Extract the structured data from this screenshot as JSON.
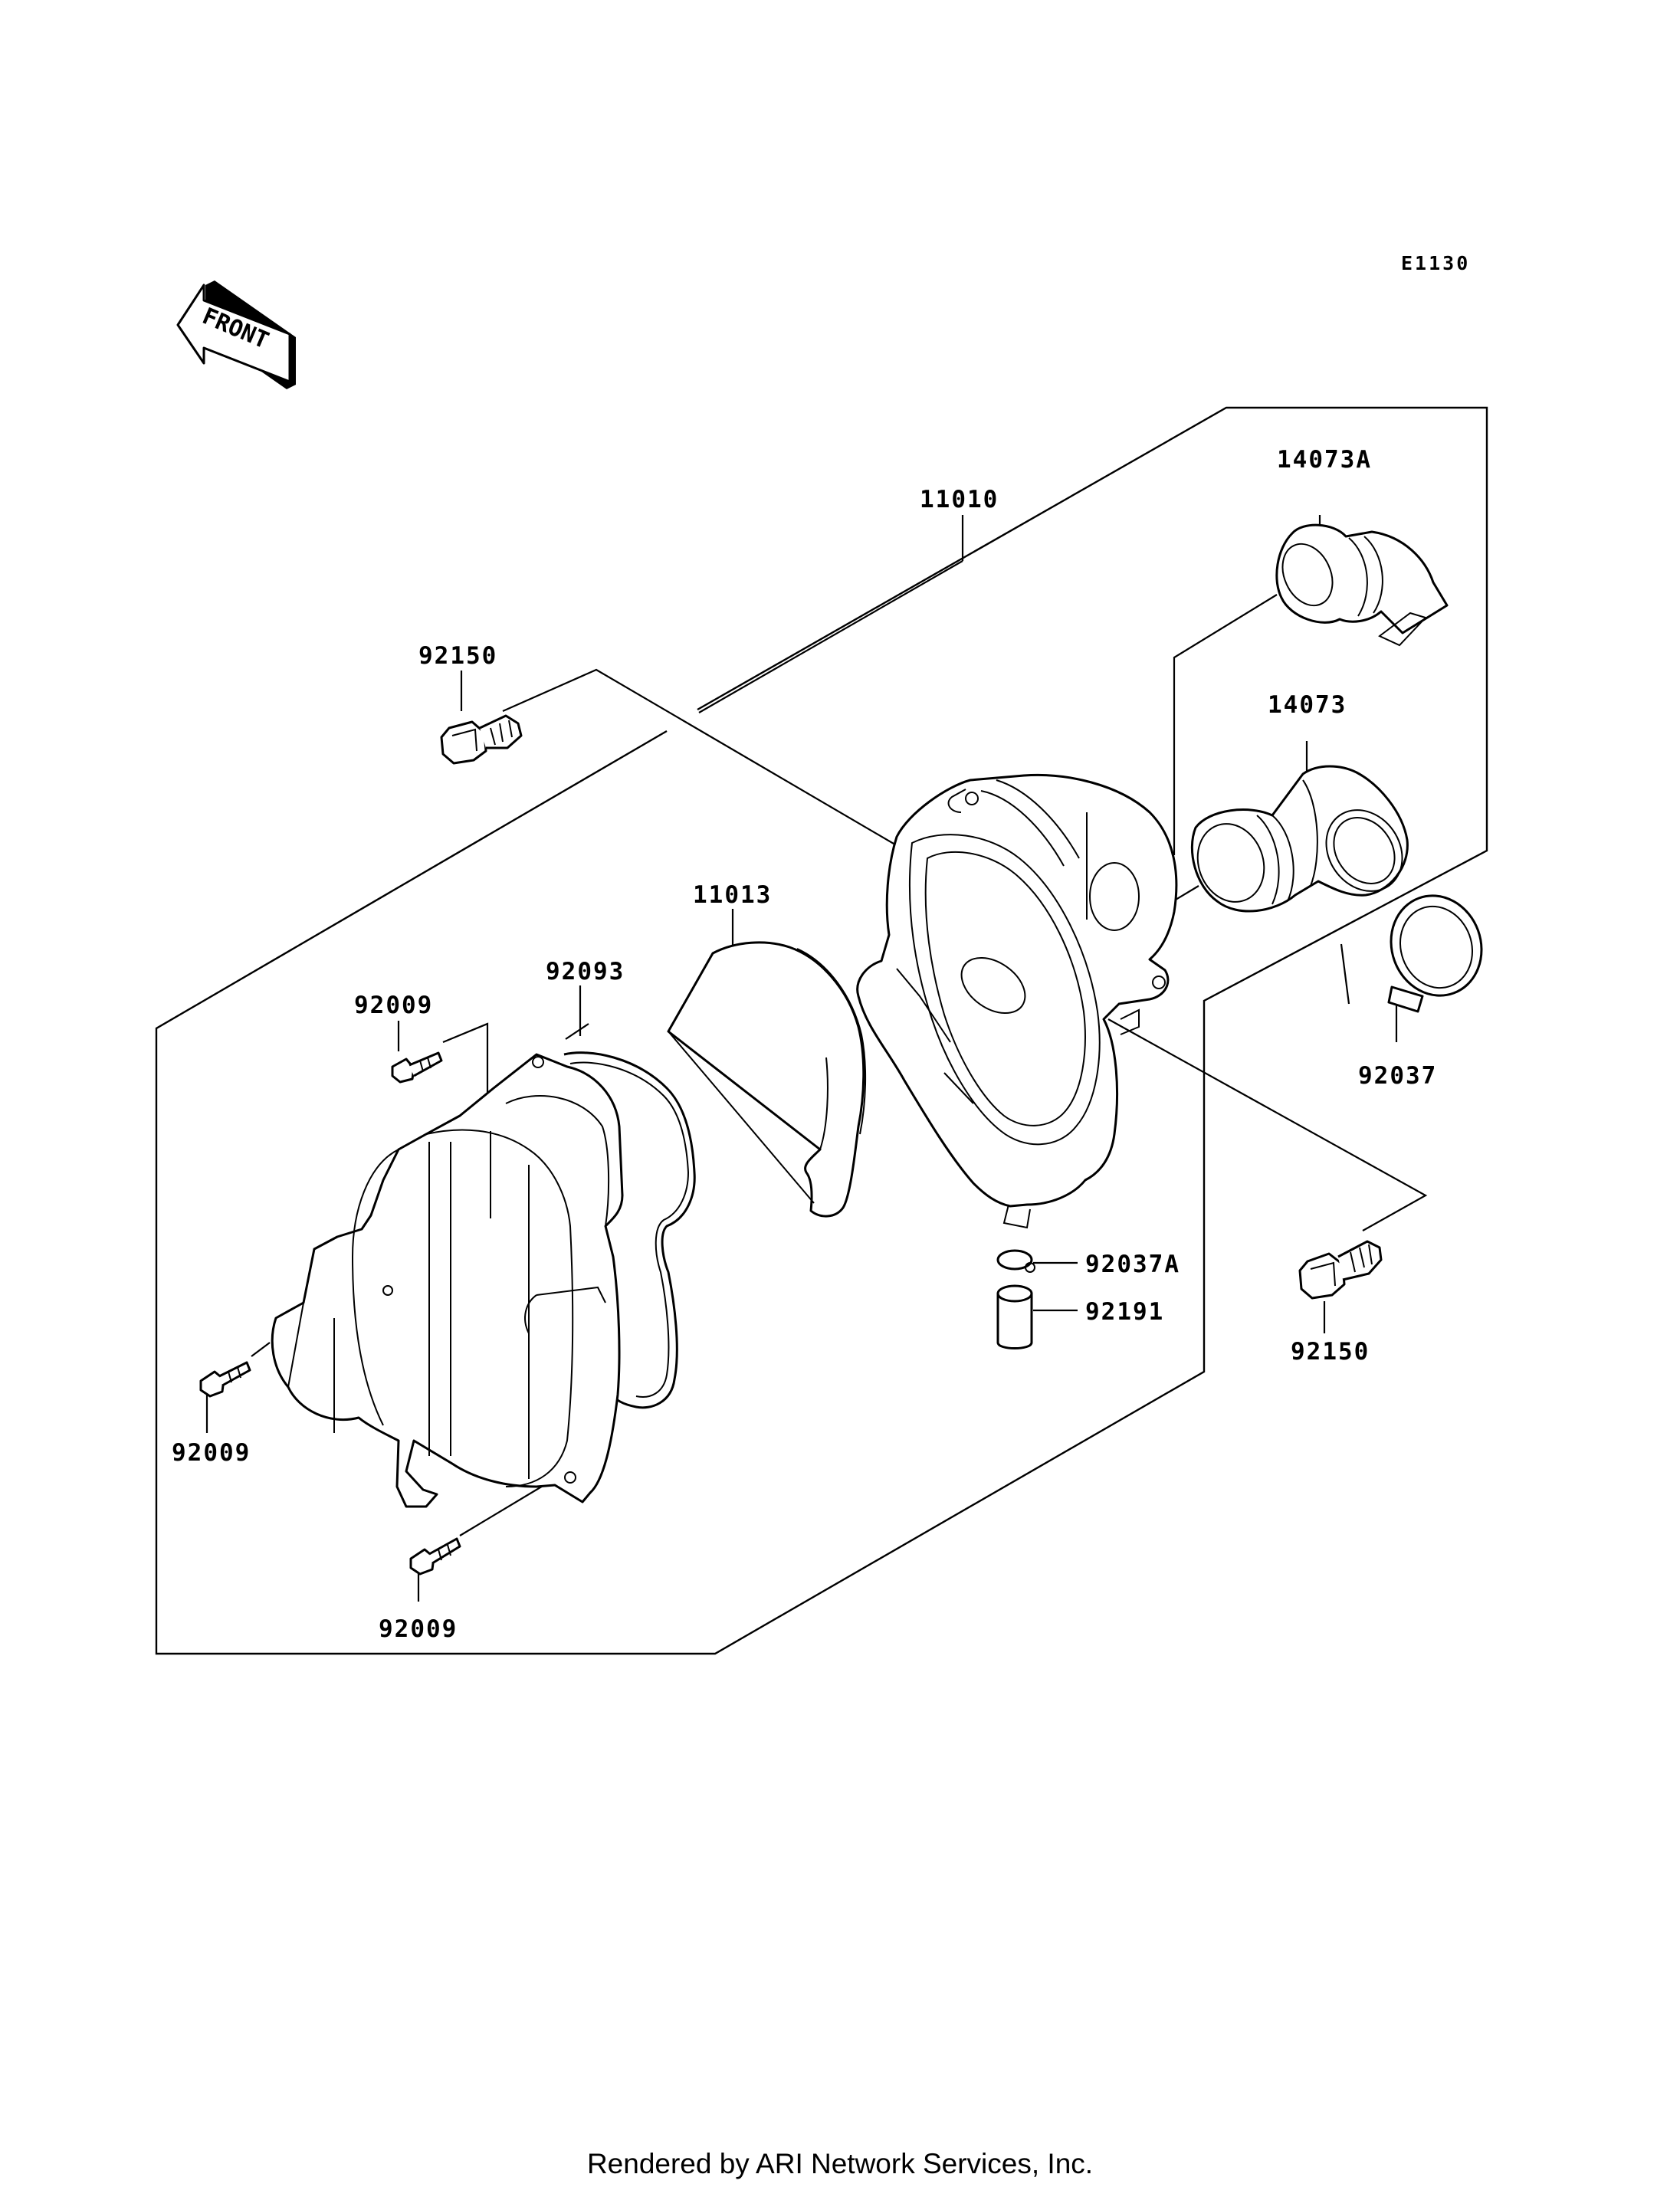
{
  "diagram_code": "E1130",
  "front_label": "FRONT",
  "callouts": [
    {
      "id": "assembly",
      "part": "11010"
    },
    {
      "id": "duct-a",
      "part": "14073A"
    },
    {
      "id": "bolt-top",
      "part": "92150"
    },
    {
      "id": "duct",
      "part": "14073"
    },
    {
      "id": "element",
      "part": "11013"
    },
    {
      "id": "seal",
      "part": "92093"
    },
    {
      "id": "screw-1",
      "part": "92009"
    },
    {
      "id": "clamp",
      "part": "92037"
    },
    {
      "id": "clamp-a",
      "part": "92037A"
    },
    {
      "id": "cap",
      "part": "92191"
    },
    {
      "id": "bolt-right",
      "part": "92150"
    },
    {
      "id": "screw-2",
      "part": "92009"
    },
    {
      "id": "screw-3",
      "part": "92009"
    }
  ],
  "footer": "Rendered by ARI Network Services, Inc."
}
